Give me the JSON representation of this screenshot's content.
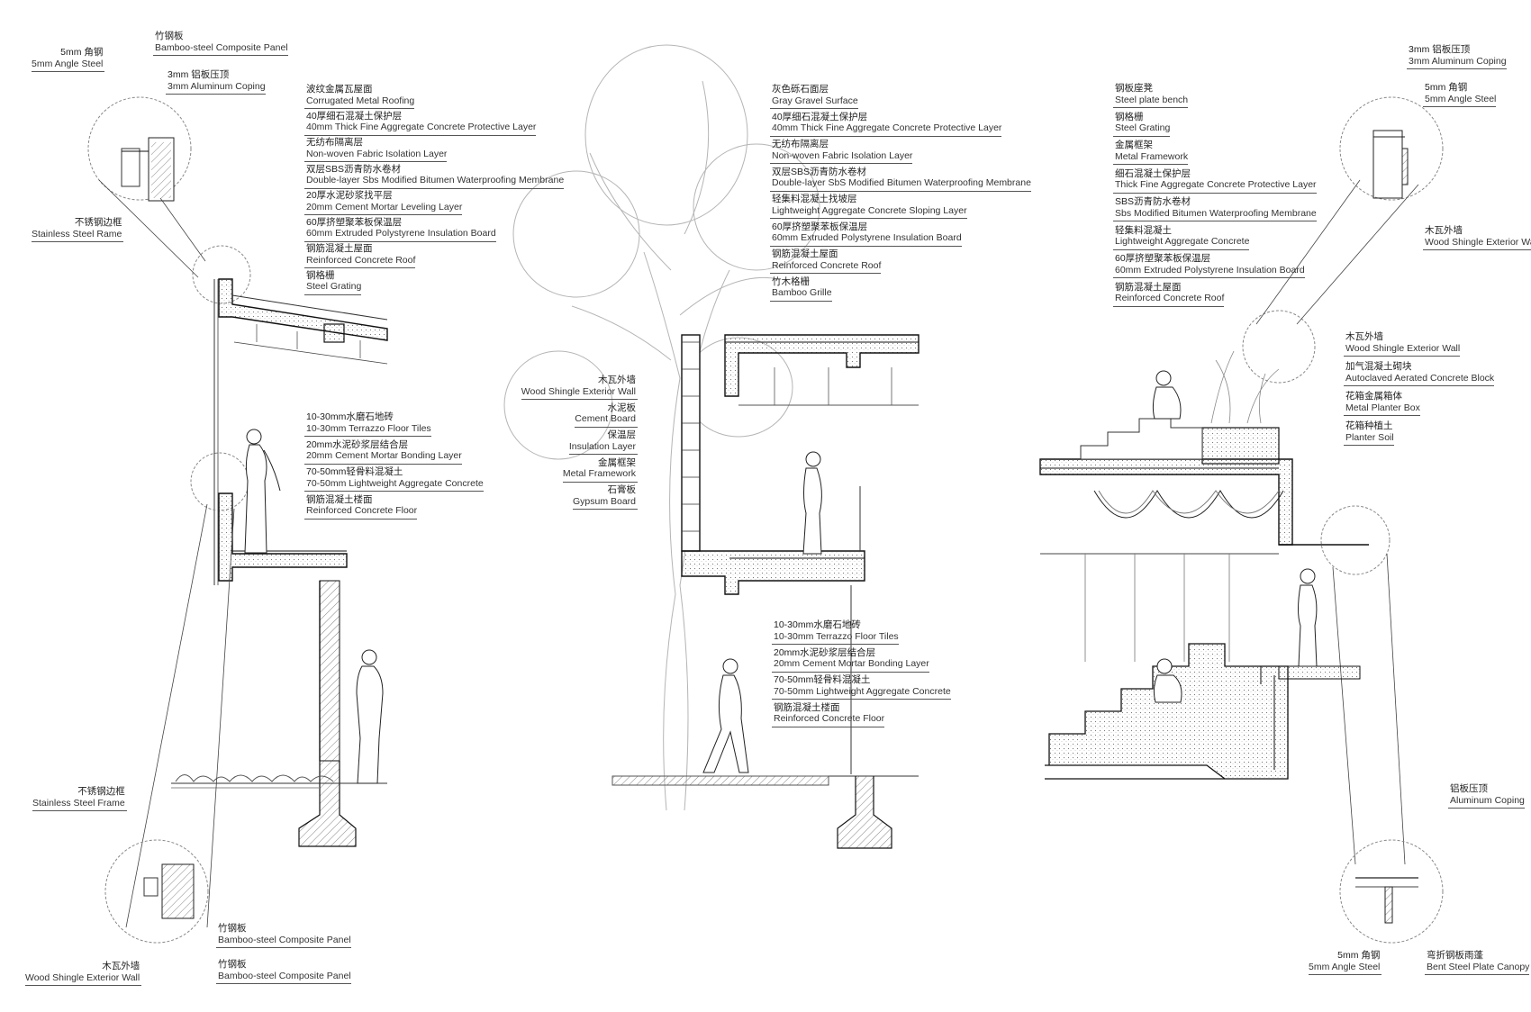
{
  "left_section": {
    "detail_top": [
      {
        "cn": "5mm 角钢",
        "en": "5mm Angle Steel"
      },
      {
        "cn": "竹钢板",
        "en": "Bamboo-steel Composite Panel"
      },
      {
        "cn": "3mm 铝板压顶",
        "en": "3mm Aluminum Coping"
      },
      {
        "cn": "不锈钢边框",
        "en": "Stainless Steel Rame"
      }
    ],
    "roof_layers": [
      {
        "cn": "波纹金属瓦屋面",
        "en": "Corrugated Metal Roofing"
      },
      {
        "cn": "40厚细石混凝土保护层",
        "en": "40mm Thick Fine Aggregate Concrete Protective Layer"
      },
      {
        "cn": "无纺布隔离层",
        "en": "Non-woven Fabric Isolation Layer"
      },
      {
        "cn": "双层SBS沥青防水卷材",
        "en": "Double-layer Sbs Modified Bitumen Waterproofing Membrane"
      },
      {
        "cn": "20厚水泥砂浆找平层",
        "en": "20mm Cement Mortar Leveling Layer"
      },
      {
        "cn": "60厚挤塑聚苯板保温层",
        "en": "60mm Extruded Polystyrene Insulation Board"
      },
      {
        "cn": "钢筋混凝土屋面",
        "en": "Reinforced Concrete Roof"
      },
      {
        "cn": "钢格栅",
        "en": "Steel Grating"
      }
    ],
    "floor_layers": [
      {
        "cn": "10-30mm水磨石地砖",
        "en": "10-30mm Terrazzo Floor Tiles"
      },
      {
        "cn": "20mm水泥砂浆层结合层",
        "en": "20mm Cement Mortar Bonding Layer"
      },
      {
        "cn": "70-50mm轻骨料混凝土",
        "en": "70-50mm Lightweight Aggregate Concrete"
      },
      {
        "cn": "钢筋混凝土楼面",
        "en": "Reinforced Concrete Floor"
      }
    ],
    "detail_bottom": [
      {
        "cn": "不锈钢边框",
        "en": "Stainless Steel Frame"
      },
      {
        "cn": "竹钢板",
        "en": "Bamboo-steel Composite Panel"
      },
      {
        "cn": "木瓦外墙",
        "en": "Wood Shingle Exterior Wall"
      },
      {
        "cn": "竹钢板",
        "en": "Bamboo-steel Composite Panel"
      }
    ]
  },
  "middle_section": {
    "roof_layers": [
      {
        "cn": "灰色砾石面层",
        "en": "Gray Gravel Surface"
      },
      {
        "cn": "40厚细石混凝土保护层",
        "en": "40mm Thick Fine Aggregate Concrete Protective Layer"
      },
      {
        "cn": "无纺布隔离层",
        "en": "Non-woven Fabric Isolation Layer"
      },
      {
        "cn": "双层SBS沥青防水卷材",
        "en": "Double-layer SbS Modified Bitumen Waterproofing Membrane"
      },
      {
        "cn": "轻集料混凝土找坡层",
        "en": "Lightweight Aggregate Concrete Sloping Layer"
      },
      {
        "cn": "60厚挤塑聚苯板保温层",
        "en": "60mm Extruded Polystyrene Insulation Board"
      },
      {
        "cn": "钢筋混凝土屋面",
        "en": "Reinforced Concrete Roof"
      },
      {
        "cn": "竹木格栅",
        "en": "Bamboo Grille"
      }
    ],
    "wall_layers": [
      {
        "cn": "木瓦外墙",
        "en": "Wood Shingle Exterior Wall"
      },
      {
        "cn": "水泥板",
        "en": "Cement Board"
      },
      {
        "cn": "保温层",
        "en": "Insulation Layer"
      },
      {
        "cn": "金属框架",
        "en": "Metal Framework"
      },
      {
        "cn": "石膏板",
        "en": "Gypsum Board"
      }
    ],
    "floor_layers": [
      {
        "cn": "10-30mm水磨石地砖",
        "en": "10-30mm Terrazzo Floor Tiles"
      },
      {
        "cn": "20mm水泥砂浆层结合层",
        "en": "20mm Cement Mortar Bonding Layer"
      },
      {
        "cn": "70-50mm轻骨料混凝土",
        "en": "70-50mm Lightweight Aggregate Concrete"
      },
      {
        "cn": "钢筋混凝土楼面",
        "en": "Reinforced Concrete Floor"
      }
    ]
  },
  "right_section": {
    "roof_layers": [
      {
        "cn": "钢板座凳",
        "en": "Steel plate bench"
      },
      {
        "cn": "钢格栅",
        "en": "Steel Grating"
      },
      {
        "cn": "金属框架",
        "en": "Metal Framework"
      },
      {
        "cn": "细石混凝土保护层",
        "en": "Thick Fine Aggregate Concrete Protective Layer"
      },
      {
        "cn": "SBS沥青防水卷材",
        "en": "Sbs Modified Bitumen Waterproofing Membrane"
      },
      {
        "cn": "轻集料混凝土",
        "en": "Lightweight Aggregate Concrete"
      },
      {
        "cn": "60厚挤塑聚苯板保温层",
        "en": "60mm Extruded Polystyrene Insulation Board"
      },
      {
        "cn": "钢筋混凝土屋面",
        "en": "Reinforced Concrete Roof"
      }
    ],
    "detail_top": [
      {
        "cn": "3mm 铝板压顶",
        "en": "3mm Aluminum Coping"
      },
      {
        "cn": "5mm 角钢",
        "en": "5mm Angle Steel"
      },
      {
        "cn": "木瓦外墙",
        "en": "Wood Shingle Exterior Wall"
      }
    ],
    "planter_layers": [
      {
        "cn": "木瓦外墙",
        "en": "Wood Shingle Exterior Wall"
      },
      {
        "cn": "加气混凝土砌块",
        "en": "Autoclaved Aerated Concrete Block"
      },
      {
        "cn": "花箱金属箱体",
        "en": "Metal Planter Box"
      },
      {
        "cn": "花箱种植土",
        "en": "Planter Soil"
      }
    ],
    "detail_bottom": [
      {
        "cn": "铝板压顶",
        "en": "Aluminum Coping"
      },
      {
        "cn": "5mm 角钢",
        "en": "5mm Angle Steel"
      },
      {
        "cn": "弯折钢板雨蓬",
        "en": "Bent Steel Plate Canopy"
      }
    ]
  }
}
